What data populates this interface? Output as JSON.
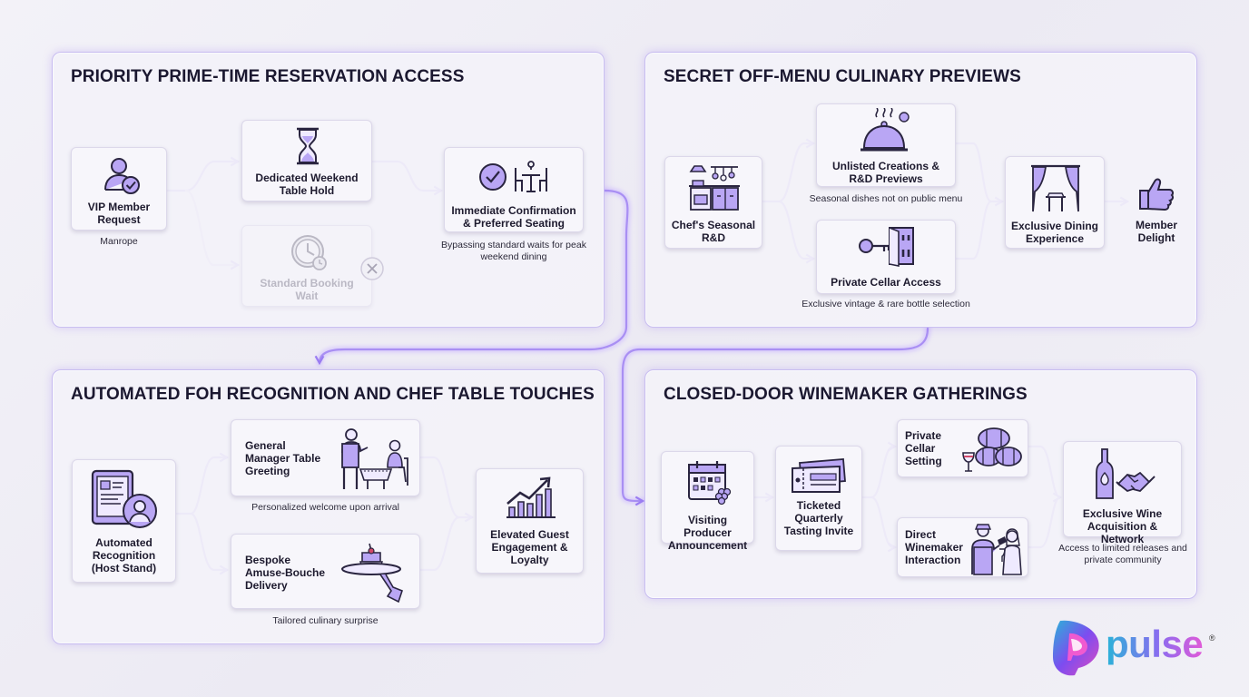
{
  "panels": {
    "reservation": {
      "title": "PRIORITY PRIME-TIME RESERVATION ACCESS",
      "vip": {
        "label": "VIP Member Request",
        "caption": "Manrope",
        "icon": "user-check-icon"
      },
      "hold": {
        "label": "Dedicated Weekend Table Hold",
        "icon": "hourglass-icon"
      },
      "wait": {
        "label": "Standard Booking Wait",
        "icon": "clock-icon"
      },
      "confirm": {
        "label": "Immediate Confirmation & Preferred Seating",
        "caption": "Bypassing standard waits for peak weekend dining",
        "icon": "check-table-icon"
      }
    },
    "culinary": {
      "title": "SECRET OFF-MENU CULINARY PREVIEWS",
      "rnd": {
        "label": "Chef's Seasonal R&D",
        "icon": "kitchen-icon"
      },
      "unlisted": {
        "label": "Unlisted Creations & R&D Previews",
        "caption": "Seasonal dishes not on public menu",
        "icon": "cloche-icon"
      },
      "cellar": {
        "label": "Private Cellar Access",
        "caption": "Exclusive vintage & rare bottle selection",
        "icon": "key-cellar-icon"
      },
      "dining": {
        "label": "Exclusive Dining Experience",
        "icon": "curtain-table-icon"
      },
      "delight": {
        "label": "Member Delight",
        "icon": "thumbs-up-icon"
      }
    },
    "foh": {
      "title": "AUTOMATED FOH RECOGNITION AND CHEF TABLE TOUCHES",
      "recognition": {
        "label": "Automated Recognition (Host Stand)",
        "icon": "tablet-user-icon"
      },
      "greeting": {
        "label": "General Manager Table Greeting",
        "caption": "Personalized welcome upon arrival",
        "icon": "manager-greeting-icon"
      },
      "amuse": {
        "label": "Bespoke Amuse-Bouche Delivery",
        "caption": "Tailored culinary surprise",
        "icon": "amuse-bouche-icon"
      },
      "loyalty": {
        "label": "Elevated Guest Engagement & Loyalty",
        "icon": "growth-chart-icon"
      }
    },
    "winemaker": {
      "title": "CLOSED-DOOR WINEMAKER GATHERINGS",
      "announce": {
        "label": "Visiting Producer Announcement",
        "icon": "calendar-grapes-icon"
      },
      "invite": {
        "label": "Ticketed Quarterly Tasting Invite",
        "icon": "ticket-icon"
      },
      "setting": {
        "label": "Private Cellar Setting",
        "icon": "barrels-icon"
      },
      "interaction": {
        "label": "Direct Winemaker Interaction",
        "icon": "winemaker-icon"
      },
      "acquisition": {
        "label": "Exclusive Wine Acquisition & Network",
        "caption": "Access to limited releases and private community",
        "icon": "wine-handshake-icon"
      }
    }
  },
  "brand": {
    "name": "pulse",
    "mark": "®",
    "icon": "pulse-logo-icon"
  },
  "colors": {
    "accent": "#8a6cf0",
    "icon_fill": "#b9a6f4",
    "stroke": "#2a2540",
    "faded": "#9c99a8"
  }
}
